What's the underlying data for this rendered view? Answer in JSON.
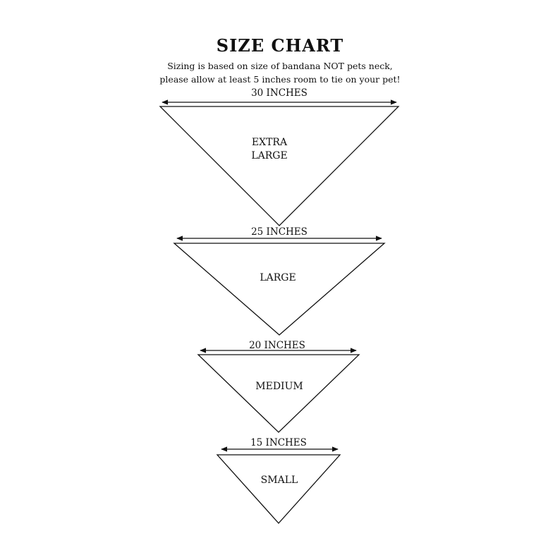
{
  "header": {
    "title": "SIZE CHART",
    "subtitle_line1": "Sizing is based on size of bandana NOT pets neck,",
    "subtitle_line2": "please allow at least 5 inches room to tie on your pet!"
  },
  "sizes": [
    {
      "width_label": "30 INCHES",
      "name_line1": "EXTRA",
      "name_line2": "LARGE",
      "width_in": 30
    },
    {
      "width_label": "25 INCHES",
      "name_line1": "LARGE",
      "name_line2": "",
      "width_in": 25
    },
    {
      "width_label": "20 INCHES",
      "name_line1": "MEDIUM",
      "name_line2": "",
      "width_in": 20
    },
    {
      "width_label": "15 INCHES",
      "name_line1": "SMALL",
      "name_line2": "",
      "width_in": 15
    }
  ]
}
